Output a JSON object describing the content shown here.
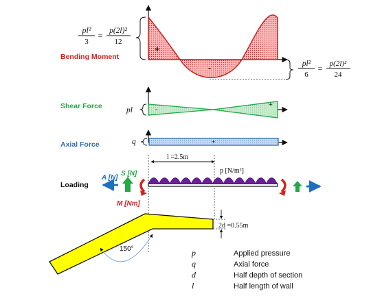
{
  "colors": {
    "moment": "#d42020",
    "moment_fill": "#f6b9b9",
    "shear": "#26a84a",
    "shear_fill": "#bfe6c8",
    "axial": "#2f6fb5",
    "axial_fill": "#bcd3ee",
    "beam": "#ffff00",
    "load": "#6a1f9a",
    "arrow_blue": "#1f6fc0",
    "text": "#222222"
  },
  "moment": {
    "label": "Bending Moment",
    "left_lhs_num": "pl²",
    "left_lhs_den": "3",
    "left_rhs_num": "p(2l)²",
    "left_rhs_den": "12",
    "right_lhs_num": "pl²",
    "right_lhs_den": "6",
    "right_rhs_num": "p(2l)²",
    "right_rhs_den": "24",
    "sign_pos": "+",
    "sign_neg": "-",
    "eq": "="
  },
  "shear": {
    "label": "Shear Force",
    "value": "pl",
    "sign_neg": "-",
    "sign_pos": "+"
  },
  "axial": {
    "label": "Axial Force",
    "value": "q",
    "sign_pos": "+"
  },
  "loading": {
    "label": "Loading",
    "half_length": "l =2.5m",
    "pressure": "p [N/m²]",
    "shear_reaction": "S [N]",
    "axial_reaction": "A [N]",
    "moment_reaction": "M [Nm]",
    "depth": "2d =0.55m",
    "angle": "150°"
  },
  "legend": [
    {
      "symbol": "p",
      "meaning": "Applied pressure"
    },
    {
      "symbol": "q",
      "meaning": "Axial force"
    },
    {
      "symbol": "d",
      "meaning": "Half depth of section"
    },
    {
      "symbol": "l",
      "meaning": "Half length of wall"
    }
  ]
}
